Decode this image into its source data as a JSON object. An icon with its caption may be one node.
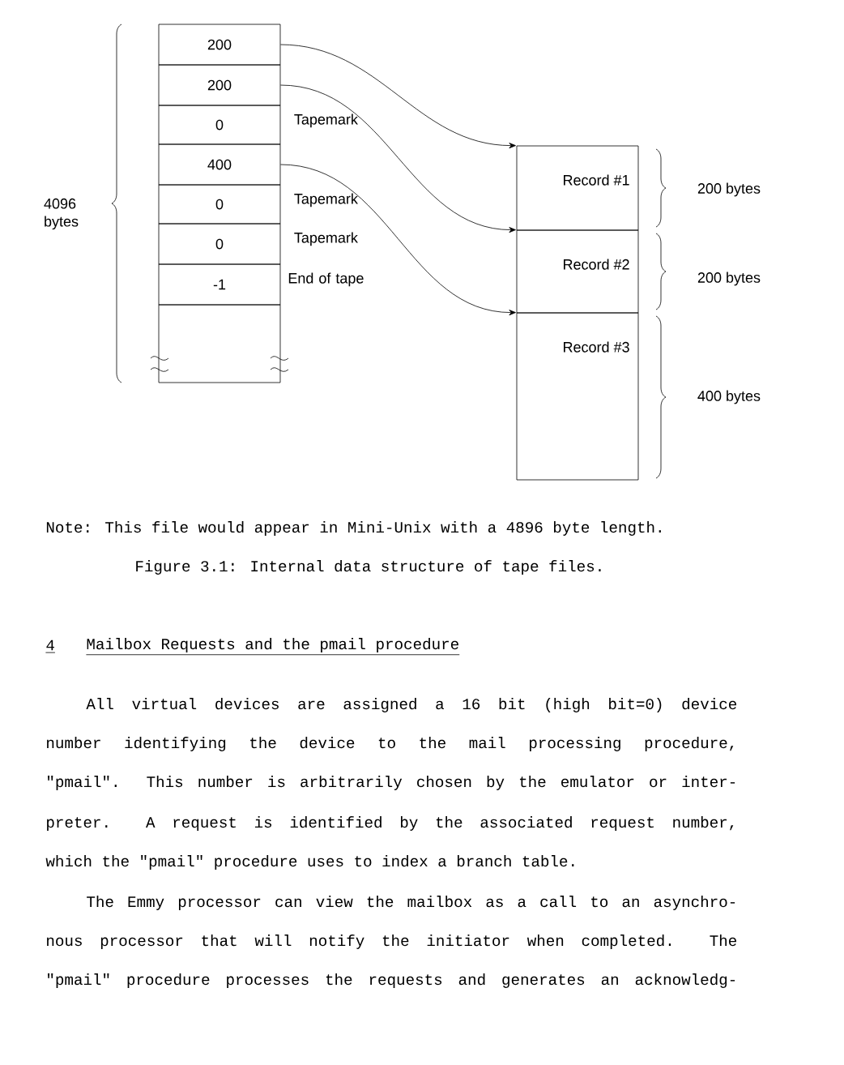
{
  "diagram": {
    "caption": "Figure 3.1: Internal data structure of tape files.",
    "nodes": [
      {
        "text": [
          "200"
        ]
      },
      {
        "text": [
          "200"
        ]
      },
      {
        "text": [
          "0"
        ],
        "beside": [
          "Tapemark"
        ]
      },
      {
        "text": [
          "400"
        ]
      },
      {
        "text": [
          "0"
        ],
        "beside": [
          "Tapemark"
        ]
      },
      {
        "text": [
          "0"
        ],
        "beside": [
          "Tapemark"
        ]
      },
      {
        "text": [
          "-1"
        ],
        "beside": [
          "End of tape"
        ]
      },
      {
        "text": [],
        "shape": "box"
      },
      {
        "text": [
          "Record #1"
        ]
      },
      {
        "text": [
          "Record #2"
        ]
      },
      {
        "text": [
          "Record #3"
        ]
      }
    ],
    "edges": [
      {
        "from": 0,
        "to": 8,
        "arrow": "to"
      },
      {
        "from": 1,
        "to": 9,
        "arrow": "to"
      },
      {
        "from": 3,
        "to": 10,
        "arrow": "to"
      }
    ],
    "labels": [
      "4096 bytes",
      "200 bytes",
      "200 bytes",
      "400 bytes",
      "Note: This file would appear in Mini-Unix with a 4896 byte length.",
      "4",
      "Mailbox Requests and the pmail procedure",
      "All virtual devices are assigned a 16 bit (high bit=0) device",
      "number identifying the device to the mail processing procedure,",
      "\"pmail\". This number is arbitrarily chosen by the emulator or inter-",
      "preter. A request is identified by the associated request number,",
      "which the \"pmail\" procedure uses to index a branch table.",
      "The Emmy processor can view the mailbox as a call to an asynchro-",
      "nous processor that will notify the initiator when completed. The",
      "\"pmail\" procedure processes the requests and generates an acknowledg-"
    ]
  }
}
